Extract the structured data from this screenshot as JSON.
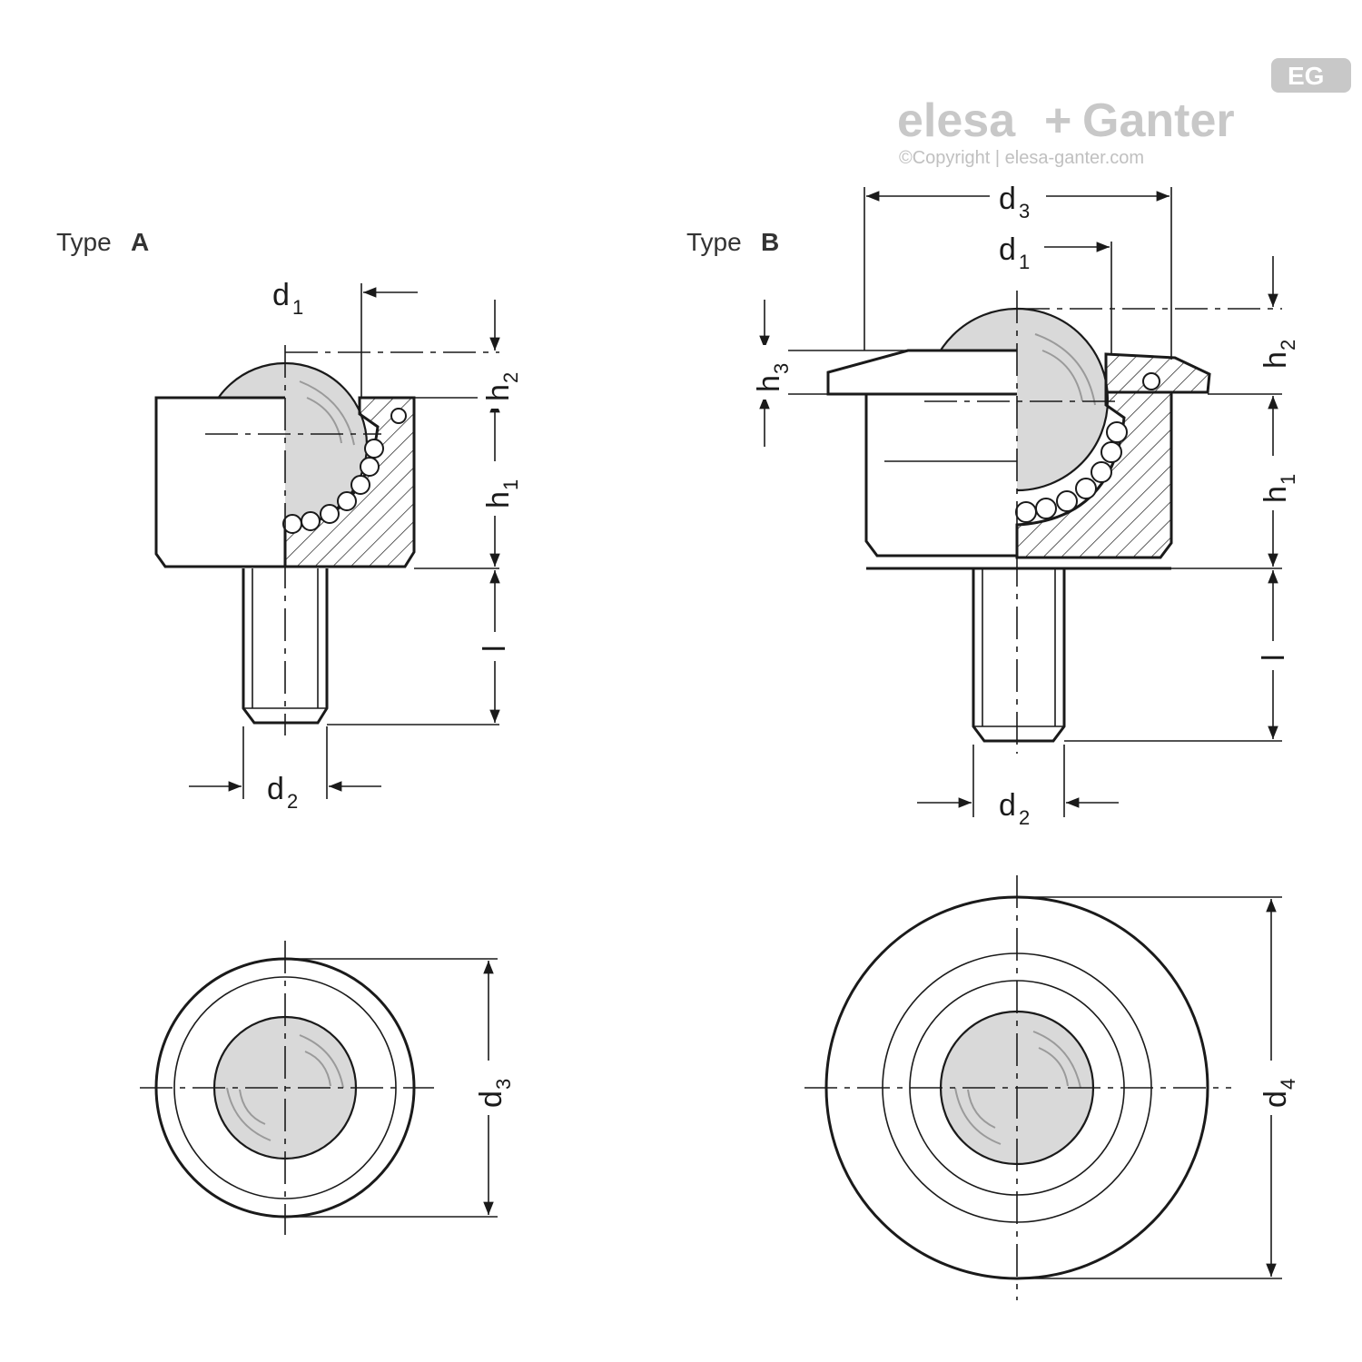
{
  "brand": {
    "name_left": "elesa",
    "plus": "+",
    "name_right": "Ganter",
    "copyright": "©Copyright | elesa-ganter.com",
    "badge": "EG"
  },
  "type_a": {
    "prefix": "Type ",
    "letter": "A",
    "labels": {
      "d1": [
        "d",
        "1"
      ],
      "d2": [
        "d",
        "2"
      ],
      "d3": [
        "d",
        "3"
      ],
      "h1": [
        "h",
        "1"
      ],
      "h2": [
        "h",
        "2"
      ],
      "l": "l"
    }
  },
  "type_b": {
    "prefix": "Type ",
    "letter": "B",
    "labels": {
      "d1": [
        "d",
        "1"
      ],
      "d2": [
        "d",
        "2"
      ],
      "d3": [
        "d",
        "3"
      ],
      "d4": [
        "d",
        "4"
      ],
      "h1": [
        "h",
        "1"
      ],
      "h2": [
        "h",
        "2"
      ],
      "h3": [
        "h",
        "3"
      ],
      "l": "l"
    }
  },
  "colors": {
    "line": "#1a1a1a",
    "ball_fill": "#d9d9d9",
    "watermark": "#c8c8c8"
  }
}
